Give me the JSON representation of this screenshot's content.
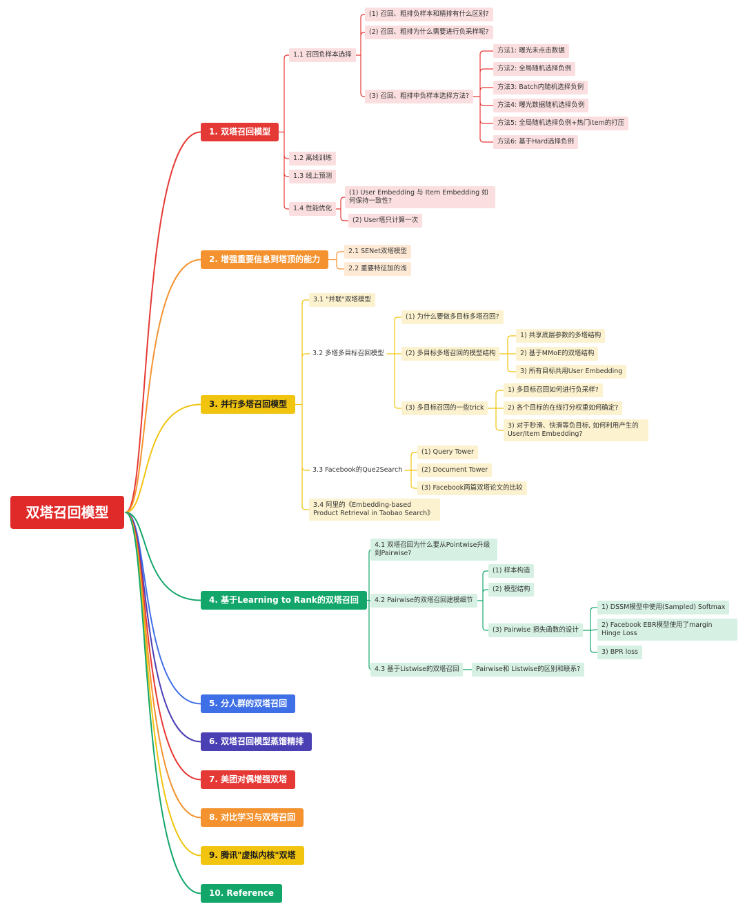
{
  "colors": {
    "root": "#e02a2a",
    "red": "#e53935",
    "orange": "#f4922f",
    "yellow": "#f1c40f",
    "green": "#13a66a",
    "blue": "#3f6fe6",
    "indigo": "#4b3fb4",
    "red_bg": "#fbdfe0",
    "orange_bg": "#fde9d4",
    "yellow_bg": "#fcf2cf",
    "green_bg": "#d6f1e4"
  },
  "root": "双塔召回模型",
  "branches": [
    {
      "label": "1. 双塔召回模型"
    },
    {
      "label": "2. 增强重要信息到塔顶的能力"
    },
    {
      "label": "3. 并行多塔召回模型"
    },
    {
      "label": "4. 基于Learning to Rank的双塔召回"
    },
    {
      "label": "5. 分人群的双塔召回"
    },
    {
      "label": "6. 双塔召回模型蒸馏精排"
    },
    {
      "label": "7. 美团对偶增强双塔"
    },
    {
      "label": "8. 对比学习与双塔召回"
    },
    {
      "label": "9. 腾讯\"虚拟内核\"双塔"
    },
    {
      "label": "10. Reference"
    }
  ],
  "b1": {
    "n11": "1.1 召回负样本选择",
    "q1": "(1) 召回、粗排负样本和精排有什么区别?",
    "q2": "(2) 召回、粗排为什么需要进行负采样呢?",
    "q3": "(3) 召回、粗排中负样本选择方法?",
    "m1": "方法1: 曝光未点击数据",
    "m2": "方法2: 全局随机选择负例",
    "m3": "方法3: Batch内随机选择负例",
    "m4": "方法4: 曝光数据随机选择负例",
    "m5": "方法5: 全局随机选择负例+热门item的打压",
    "m6": "方法6: 基于Hard选择负例",
    "n12": "1.2 离线训练",
    "n13": "1.3 线上预测",
    "n14": "1.4 性能优化",
    "p1": "(1) User Embedding 与 Item Embedding 如何保持一致性?",
    "p2": "(2) User塔只计算一次"
  },
  "b2": {
    "n21": "2.1 SENet双塔模型",
    "n22": "2.2 重要特征加的浅"
  },
  "b3": {
    "n31": "3.1 \"并联\"双塔模型",
    "n32": "3.2 多塔多目标召回模型",
    "a1": "(1) 为什么要做多目标多塔召回?",
    "a2": "(2) 多目标多塔召回的模型结构",
    "s1": "1) 共享底层参数的多塔结构",
    "s2": "2) 基于MMoE的双塔结构",
    "s3": "3) 所有目标共用User Embedding",
    "a3": "(3) 多目标召回的一些trick",
    "t1": "1) 多目标召回如何进行负采样?",
    "t2": "2) 各个目标的在线打分权重如何确定?",
    "t3": "3) 对于秒滑、快滑等负目标, 如何利用产生的User/Item Embedding?",
    "n33": "3.3 Facebook的Que2Search",
    "f1": "(1) Query Tower",
    "f2": "(2) Document Tower",
    "f3": "(3) Facebook两篇双塔论文的比较",
    "n34": "3.4 阿里的《Embedding-based Product Retrieval in Taobao Search》"
  },
  "b4": {
    "n41": "4.1 双塔召回为什么要从Pointwise升级到Pairwise?",
    "n42": "4.2 Pairwise的双塔召回建模细节",
    "e1": "(1) 样本构造",
    "e2": "(2) 模型结构",
    "e3": "(3) Pairwise 损失函数的设计",
    "l1": "1) DSSM模型中使用(Sampled) Softmax",
    "l2": "2) Facebook EBR模型使用了margin Hinge Loss",
    "l3": "3) BPR loss",
    "n43": "4.3 基于Listwise的双塔召回",
    "n43c": "Pairwise和 Listwise的区别和联系?"
  }
}
